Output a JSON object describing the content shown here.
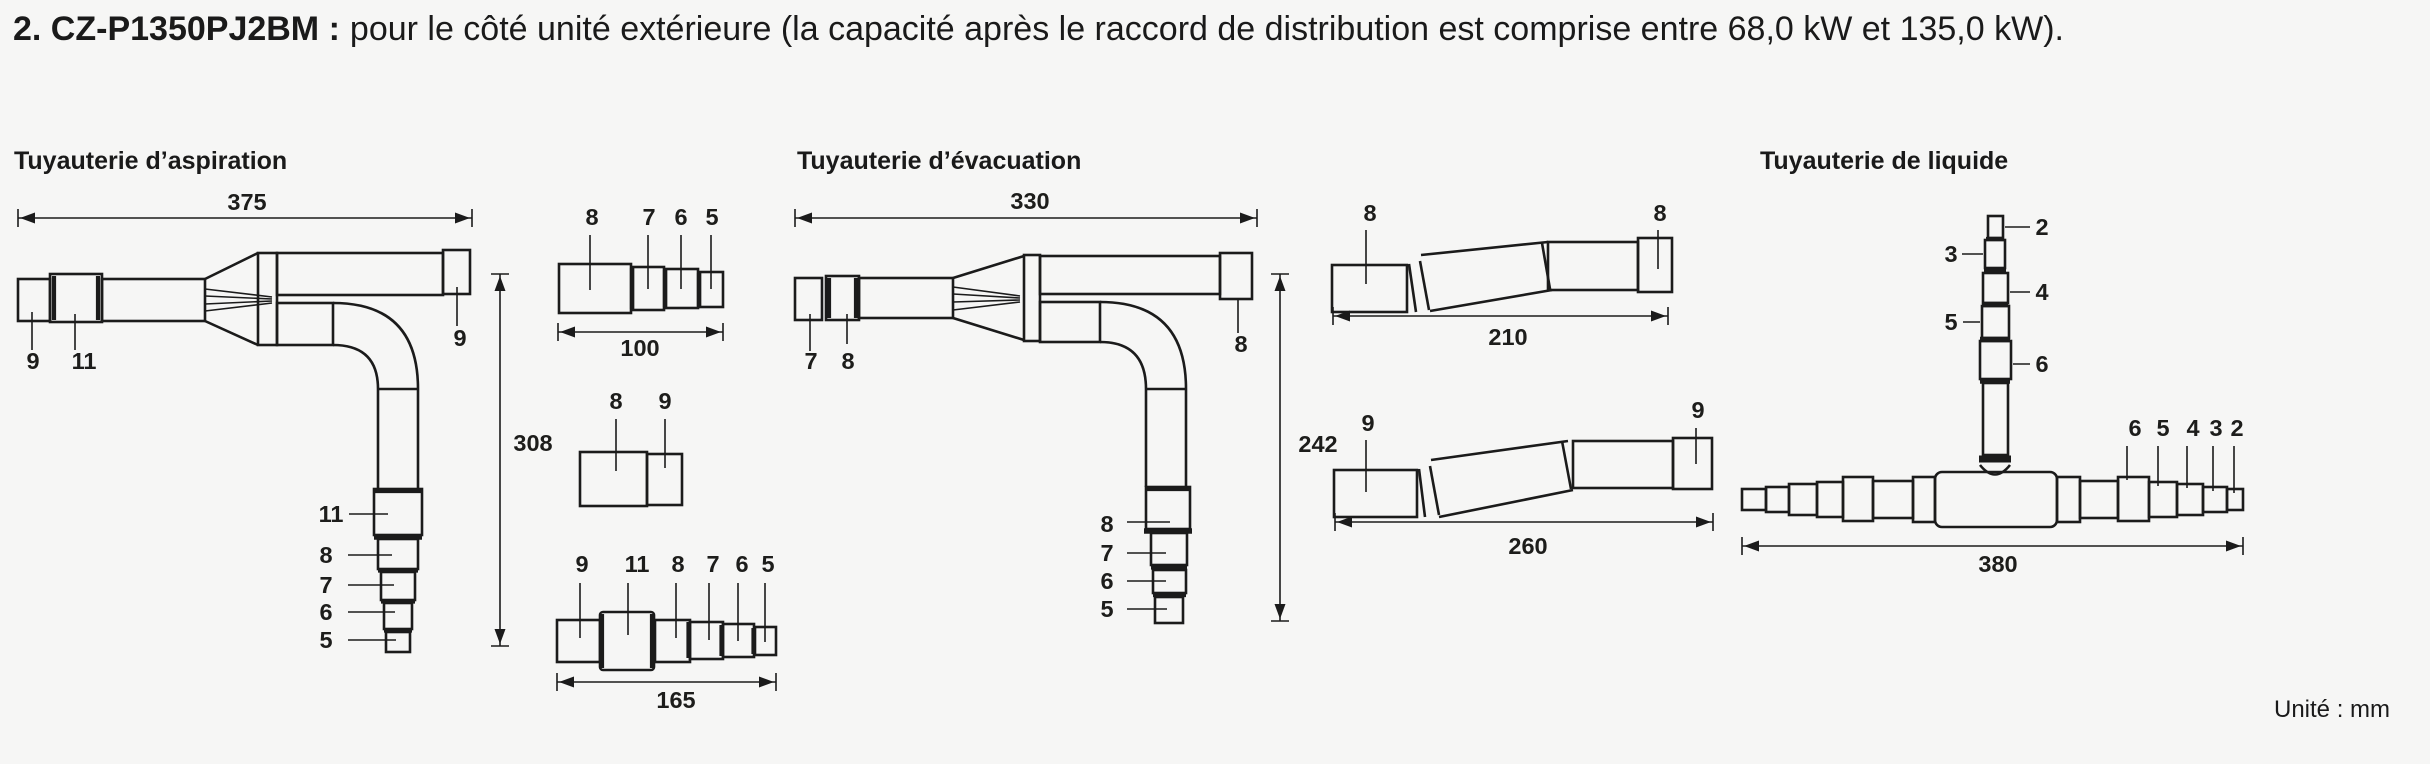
{
  "header": {
    "model": "2. CZ-P1350PJ2BM :",
    "description": "pour le côté unité extérieure (la capacité après le raccord de distribution est comprise entre 68,0 kW et 135,0 kW)."
  },
  "unit_note": "Unité : mm",
  "sections": {
    "aspiration": {
      "title": "Tuyauterie d’aspiration",
      "assembly": {
        "length_mm": "375",
        "height_mm": "308",
        "inlet_label_1": "9",
        "inlet_label_2": "11",
        "branch_end_label": "9",
        "stack_labels": [
          "11",
          "8",
          "7",
          "6",
          "5"
        ]
      },
      "reducer_short": {
        "length_mm": "100",
        "labels": [
          "8",
          "7",
          "6",
          "5"
        ]
      },
      "socket": {
        "labels": [
          "8",
          "9"
        ]
      },
      "reducer_long": {
        "length_mm": "165",
        "labels": [
          "9",
          "11",
          "8",
          "7",
          "6",
          "5"
        ]
      }
    },
    "evacuation": {
      "title": "Tuyauterie d’évacuation",
      "assembly": {
        "length_mm": "330",
        "height_mm": "242",
        "inlet_label_1": "7",
        "inlet_label_2": "8",
        "branch_end_label": "8",
        "stack_labels": [
          "8",
          "7",
          "6",
          "5"
        ]
      },
      "offset_a": {
        "length_mm": "210",
        "start_label": "8",
        "end_label": "8"
      },
      "offset_b": {
        "length_mm": "260",
        "start_label": "9",
        "end_label": "9"
      }
    },
    "liquide": {
      "title": "Tuyauterie de liquide",
      "tee": {
        "length_mm": "380",
        "riser_labels": [
          "2",
          "3",
          "4",
          "5",
          "6"
        ],
        "branch_labels": [
          "6",
          "5",
          "4",
          "3",
          "2"
        ]
      }
    }
  }
}
